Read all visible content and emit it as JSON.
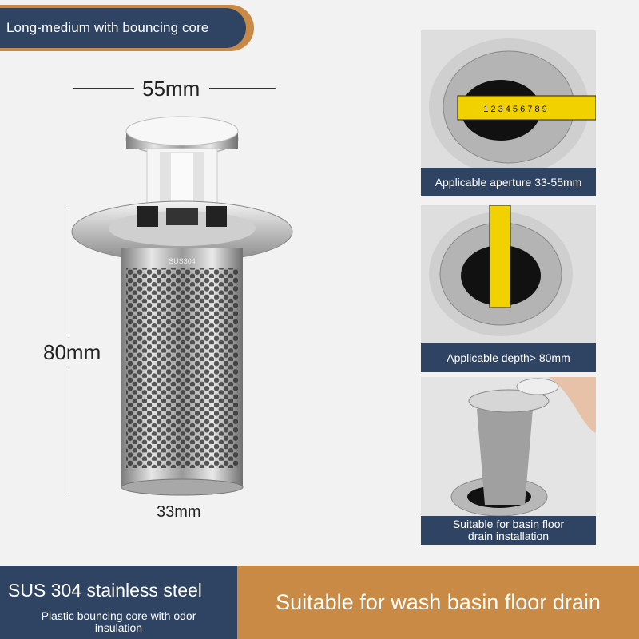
{
  "badge": {
    "label": "Long-medium with bouncing core"
  },
  "dimensions": {
    "width": "55mm",
    "height": "80mm",
    "bottom": "33mm"
  },
  "product": {
    "engraving": "SUS304"
  },
  "panels": [
    {
      "caption": "Applicable aperture 33-55mm",
      "tape_marks": "1 2 3 4 5 6 7 8 9"
    },
    {
      "caption": "Applicable depth> 80mm"
    },
    {
      "caption_line1": "Suitable for basin floor",
      "caption_line2": "drain installation"
    }
  ],
  "banner": {
    "material_title": "SUS 304 stainless steel",
    "material_sub": "Plastic bouncing core with odor insulation",
    "usage": "Suitable for wash basin floor drain"
  },
  "colors": {
    "navy": "#2f4463",
    "orange": "#c98a45",
    "background": "#f2f2f2"
  }
}
